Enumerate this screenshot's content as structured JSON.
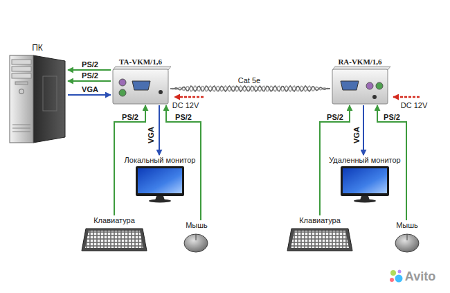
{
  "diagram": {
    "nodes": [
      {
        "text": [
          "ПК"
        ]
      },
      {
        "text": [
          "TA-VKM/1,6"
        ]
      },
      {
        "text": [
          "RA-VKM/1,6"
        ]
      },
      {
        "text": [
          "Локальный монитор"
        ]
      },
      {
        "text": [
          "Клавиатура"
        ]
      },
      {
        "text": [
          "Мышь"
        ]
      },
      {
        "text": [
          "Удаленный монитор"
        ]
      },
      {
        "text": [
          "Клавиатура"
        ]
      },
      {
        "text": [
          "Мышь"
        ]
      }
    ],
    "edges": [
      {
        "from": 1,
        "to": 0,
        "label": "PS/2",
        "arrow": "to"
      },
      {
        "from": 1,
        "to": 0,
        "label": "PS/2",
        "arrow": "to"
      },
      {
        "from": 0,
        "to": 1,
        "label": "VGA",
        "arrow": "to"
      },
      {
        "from": 1,
        "to": 3,
        "label": "VGA",
        "arrow": "to"
      },
      {
        "from": 4,
        "to": 1,
        "label": "PS/2",
        "arrow": "to"
      },
      {
        "from": 5,
        "to": 1,
        "label": "PS/2",
        "arrow": "to"
      },
      {
        "from": 1,
        "to": 2,
        "label": "Cat 5e",
        "arrow": "none"
      },
      {
        "from": 2,
        "to": 6,
        "label": "VGA",
        "arrow": "to"
      },
      {
        "from": 7,
        "to": 2,
        "label": "PS/2",
        "arrow": "to"
      },
      {
        "from": 8,
        "to": 2,
        "label": "PS/2",
        "arrow": "to"
      }
    ],
    "labels": [
      "DC 12V",
      "DC 12V",
      "Avito"
    ]
  }
}
